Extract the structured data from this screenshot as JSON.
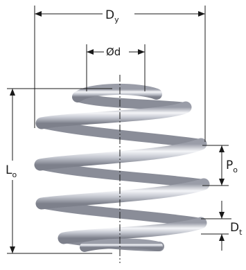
{
  "labels": {
    "outer_diameter": {
      "main": "D",
      "sub": "y"
    },
    "wire_diameter": {
      "main": "Ød"
    },
    "free_length": {
      "main": "L",
      "sub": "o"
    },
    "pitch": {
      "main": "P",
      "sub": "o"
    },
    "thickness": {
      "main": "D",
      "sub": "t"
    }
  },
  "colors": {
    "line": "#1a1a1a",
    "coil_dark": "#8a8d98",
    "coil_light": "#f4f5f8",
    "coil_mid": "#c3c6cf"
  }
}
